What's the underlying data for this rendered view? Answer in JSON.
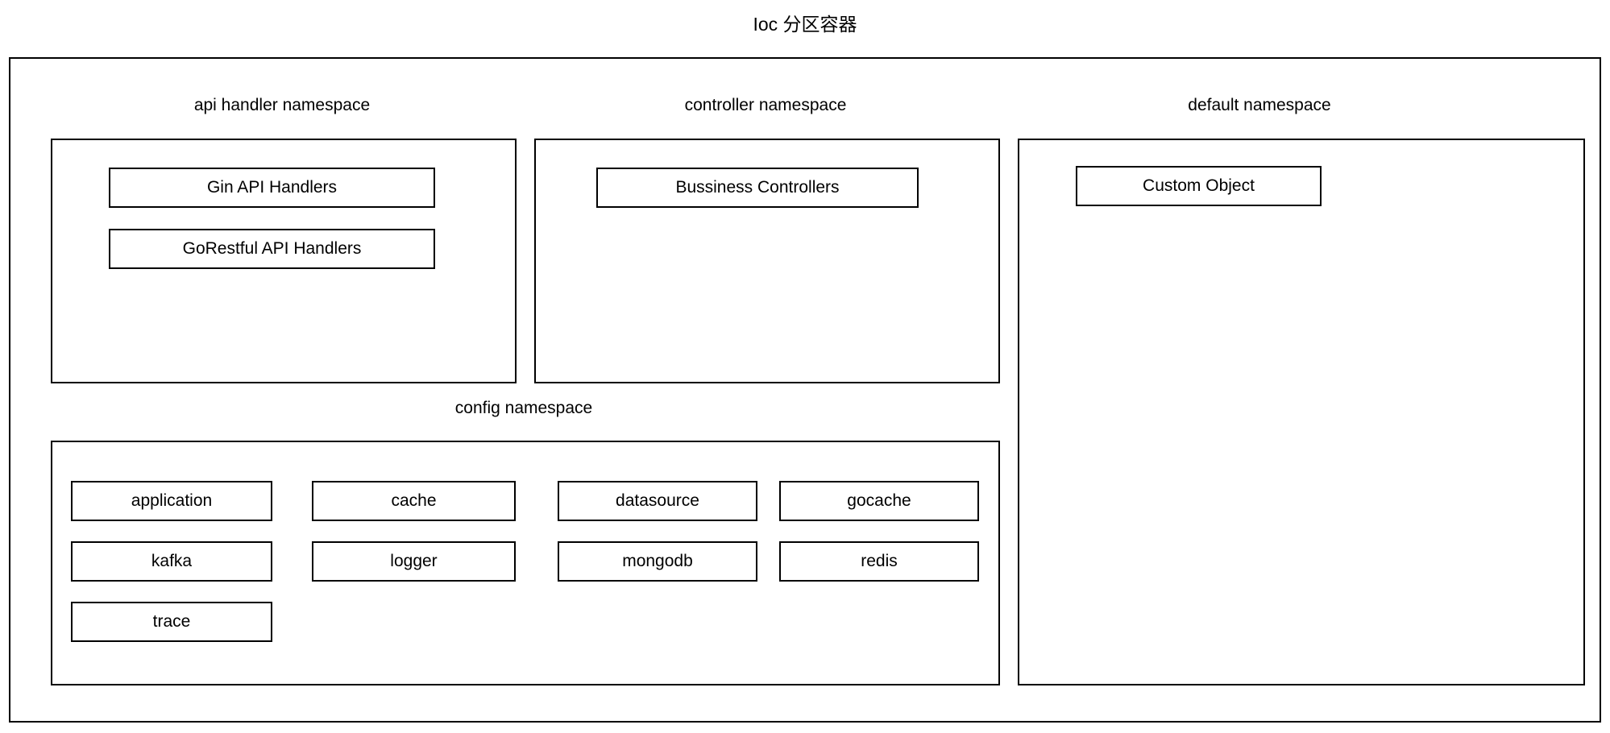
{
  "diagram": {
    "title": "Ioc 分区容器",
    "namespaces": {
      "api_handler": {
        "label": "api handler namespace",
        "items": [
          "Gin API Handlers",
          "GoRestful API Handlers"
        ]
      },
      "controller": {
        "label": "controller namespace",
        "items": [
          "Bussiness Controllers"
        ]
      },
      "default_ns": {
        "label": "default namespace",
        "items": [
          "Custom Object"
        ]
      },
      "config": {
        "label": "config namespace",
        "items": [
          "application",
          "cache",
          "datasource",
          "gocache",
          "kafka",
          "logger",
          "mongodb",
          "redis",
          "trace"
        ]
      }
    },
    "colors": {
      "border": "#000000",
      "background": "#ffffff",
      "text": "#000000"
    }
  }
}
